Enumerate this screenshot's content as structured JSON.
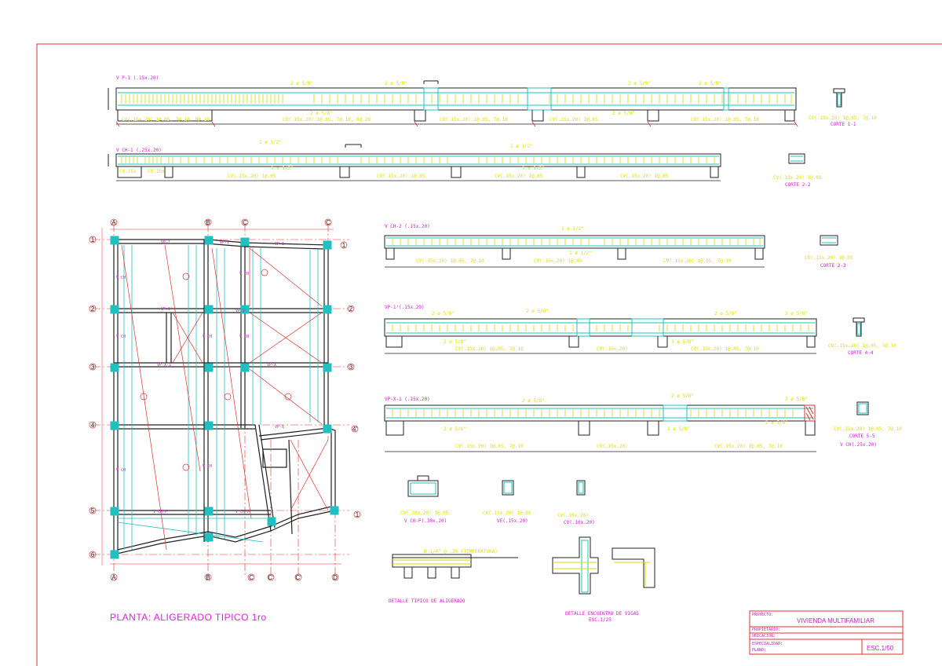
{
  "beams": {
    "vp1_title": "V P-1 (.15x.20)",
    "vch1_title": "V CH-1 (.25x.20)",
    "vch2_title": "V CH-2 (.15x.20)",
    "vp11_title": "VP-1'(.15x.20)",
    "vpx1_title": "VP-X-1 (.15x.20)",
    "corte1": "CORTE 1-1",
    "corte2": "CORTE 2-2",
    "corte3": "CORTE 3-3",
    "corte4": "CORTE 4-4",
    "corte5": "CORTE 5-5",
    "vch_note": "V CH(.25x.20)"
  },
  "plan": {
    "title": "PLANTA: ALIGERADO TIPICO 1ro",
    "axes_top": [
      "A",
      "B",
      "C",
      "C"
    ],
    "axes_bottom": [
      "A",
      "B",
      "C",
      "C'",
      "C'",
      "D"
    ],
    "axes_left": [
      "1",
      "2",
      "3",
      "4",
      "5",
      "6"
    ],
    "axes_right": [
      "1",
      "2",
      "3",
      "4'",
      "1"
    ]
  },
  "details": {
    "d1": "V CH-P(.30x.20)",
    "d2": "VE(.15x.20)",
    "d3": "CV(.10x.20)",
    "aligerado": "DETALLE TIPICO DE ALIGERADO",
    "encuentro": "DETALLE ENCUENTRO DE VIGAS",
    "esc": "ESC.1/25"
  },
  "title_block": {
    "proyecto_label": "PROYECTO:",
    "proyecto_value": "VIVIENDA MULTIFAMILIAR",
    "propietario_label": "PROPIETARIO:",
    "ubicacion_label": "UBICACION:",
    "especialidad_label": "ESPECIALIDAD:",
    "plano_label": "PLANO:",
    "escala": "ESC.1/50"
  }
}
